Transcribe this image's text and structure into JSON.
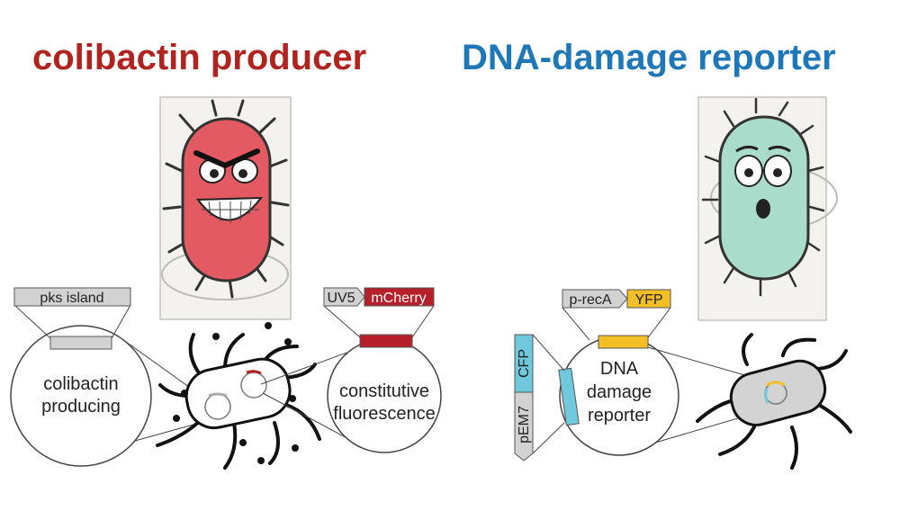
{
  "titles": {
    "producer": "colibactin producer",
    "reporter": "DNA-damage reporter"
  },
  "producer": {
    "pks_label": "pks island",
    "promoter": "UV5",
    "fluor": "mCherry",
    "circle_left_line1": "colibactin",
    "circle_left_line2": "producing",
    "circle_right_line1": "constitutive",
    "circle_right_line2": "fluorescence"
  },
  "reporter": {
    "promoter": "p-recA",
    "fluor": "YFP",
    "side_promoter": "pEM7",
    "side_fluor": "CFP",
    "circle_line1": "DNA",
    "circle_line2": "damage",
    "circle_line3": "reporter"
  },
  "colors": {
    "producer_title": "#b0231f",
    "reporter_title": "#1e78b8",
    "mcherry": "#b5202a",
    "yfp": "#f2bf26",
    "cfp": "#6fc8dc",
    "grey_box": "#d2d2d2",
    "evil_cell": "#e35a62",
    "scared_cell": "#a9dccb"
  },
  "icons": {
    "evil": "evil-bacterium-icon",
    "scared": "scared-bacterium-icon"
  }
}
